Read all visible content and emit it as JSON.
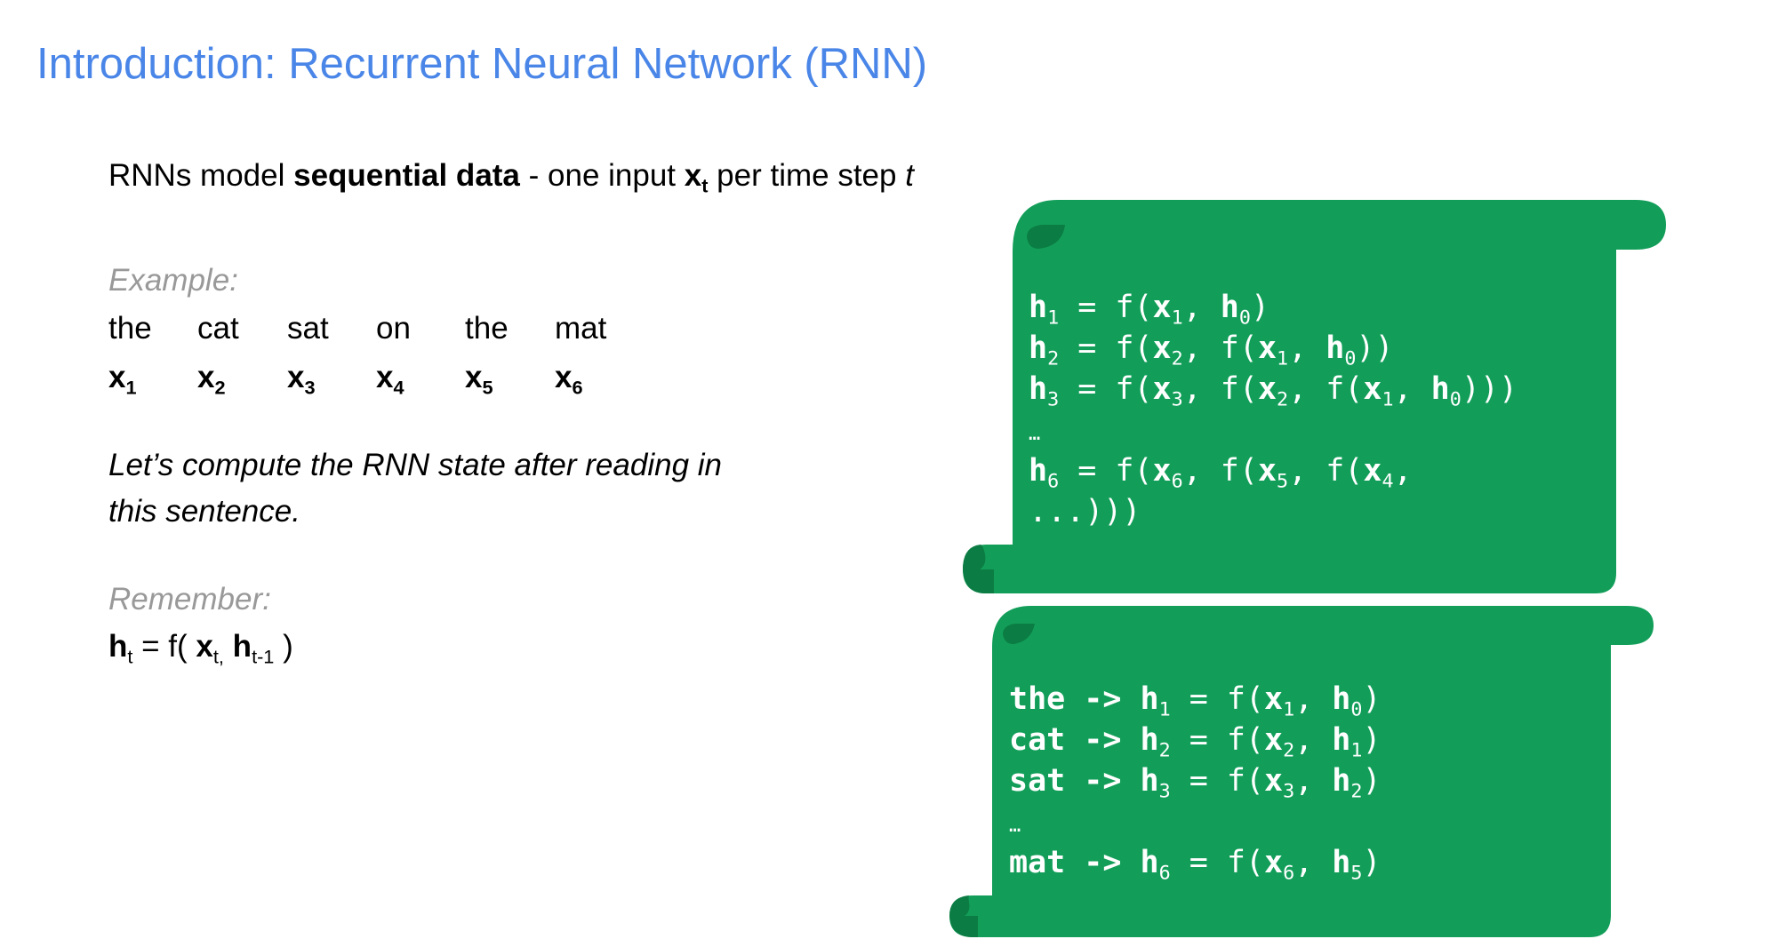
{
  "title": "Introduction: Recurrent Neural Network (RNN)",
  "intro": {
    "pre": "RNNs model ",
    "bold": "sequential data",
    "mid": " - one input ",
    "x": "x",
    "xsub": "t",
    "post": " per time step ",
    "t": "t"
  },
  "example_label": "Example:",
  "words": [
    "the",
    "cat",
    "sat",
    "on",
    "the",
    "mat"
  ],
  "inputs": [
    {
      "v": "x",
      "s": "1"
    },
    {
      "v": "x",
      "s": "2"
    },
    {
      "v": "x",
      "s": "3"
    },
    {
      "v": "x",
      "s": "4"
    },
    {
      "v": "x",
      "s": "5"
    },
    {
      "v": "x",
      "s": "6"
    }
  ],
  "compute_text": [
    "Let’s compute the RNN state after reading in",
    "this sentence."
  ],
  "remember_label": "Remember:",
  "formula": {
    "h": "h",
    "hs": "t",
    "eq": " = f( ",
    "x": "x",
    "xs": "t,",
    "h2": " h",
    "h2s": "t-1",
    "close": " )"
  },
  "colors": {
    "title": "#4a86e8",
    "scroll": "#129e59",
    "scroll_dark": "#0b7c43",
    "muted": "#999999"
  },
  "scroll1": [
    [
      [
        "b",
        "h"
      ],
      [
        "s",
        "1"
      ],
      [
        "n",
        " = f("
      ],
      [
        "b",
        "x"
      ],
      [
        "s",
        "1"
      ],
      [
        "n",
        ", "
      ],
      [
        "b",
        "h"
      ],
      [
        "s",
        "0"
      ],
      [
        "n",
        ")"
      ]
    ],
    [
      [
        "b",
        "h"
      ],
      [
        "s",
        "2"
      ],
      [
        "n",
        " = f("
      ],
      [
        "b",
        "x"
      ],
      [
        "s",
        "2"
      ],
      [
        "n",
        ", f("
      ],
      [
        "b",
        "x"
      ],
      [
        "s",
        "1"
      ],
      [
        "n",
        ", "
      ],
      [
        "b",
        "h"
      ],
      [
        "s",
        "0"
      ],
      [
        "n",
        "))"
      ]
    ],
    [
      [
        "b",
        "h"
      ],
      [
        "s",
        "3"
      ],
      [
        "n",
        " = f("
      ],
      [
        "b",
        "x"
      ],
      [
        "s",
        "3"
      ],
      [
        "n",
        ", f("
      ],
      [
        "b",
        "x"
      ],
      [
        "s",
        "2"
      ],
      [
        "n",
        ", f("
      ],
      [
        "b",
        "x"
      ],
      [
        "s",
        "1"
      ],
      [
        "n",
        ", "
      ],
      [
        "b",
        "h"
      ],
      [
        "s",
        "0"
      ],
      [
        "n",
        ")))"
      ]
    ],
    [
      [
        "d",
        "…"
      ]
    ],
    [
      [
        "b",
        "h"
      ],
      [
        "s",
        "6"
      ],
      [
        "n",
        " = f("
      ],
      [
        "b",
        "x"
      ],
      [
        "s",
        "6"
      ],
      [
        "n",
        ", f("
      ],
      [
        "b",
        "x"
      ],
      [
        "s",
        "5"
      ],
      [
        "n",
        ", f("
      ],
      [
        "b",
        "x"
      ],
      [
        "s",
        "4"
      ],
      [
        "n",
        ","
      ]
    ],
    [
      [
        "n",
        "...)))"
      ]
    ]
  ],
  "scroll2": [
    [
      [
        "b",
        "the -> h"
      ],
      [
        "s",
        "1"
      ],
      [
        "n",
        " = f("
      ],
      [
        "b",
        "x"
      ],
      [
        "s",
        "1"
      ],
      [
        "n",
        ", "
      ],
      [
        "b",
        "h"
      ],
      [
        "s",
        "0"
      ],
      [
        "n",
        ")"
      ]
    ],
    [
      [
        "b",
        "cat -> h"
      ],
      [
        "s",
        "2"
      ],
      [
        "n",
        " = f("
      ],
      [
        "b",
        "x"
      ],
      [
        "s",
        "2"
      ],
      [
        "n",
        ", "
      ],
      [
        "b",
        "h"
      ],
      [
        "s",
        "1"
      ],
      [
        "n",
        ")"
      ]
    ],
    [
      [
        "b",
        "sat -> h"
      ],
      [
        "s",
        "3"
      ],
      [
        "n",
        " = f("
      ],
      [
        "b",
        "x"
      ],
      [
        "s",
        "3"
      ],
      [
        "n",
        ", "
      ],
      [
        "b",
        "h"
      ],
      [
        "s",
        "2"
      ],
      [
        "n",
        ")"
      ]
    ],
    [
      [
        "d",
        "…"
      ]
    ],
    [
      [
        "b",
        "mat -> h"
      ],
      [
        "s",
        "6"
      ],
      [
        "n",
        " = f("
      ],
      [
        "b",
        "x"
      ],
      [
        "s",
        "6"
      ],
      [
        "n",
        ", "
      ],
      [
        "b",
        "h"
      ],
      [
        "s",
        "5"
      ],
      [
        "n",
        ")"
      ]
    ]
  ]
}
